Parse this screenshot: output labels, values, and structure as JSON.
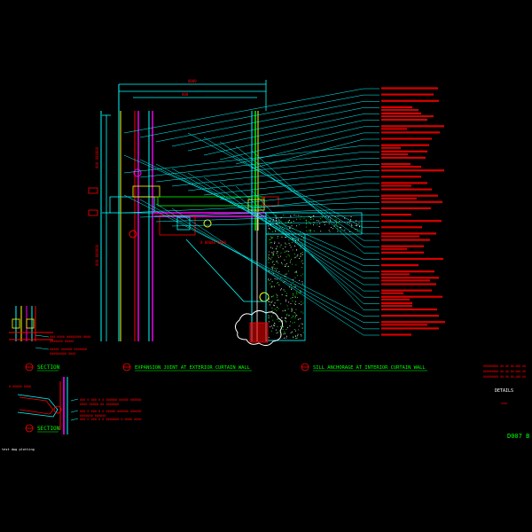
{
  "titles": {
    "section_left": "SECTION",
    "expansion_joint": "EXPANSION JOINT AT EXTERIOR CURTAIN WALL",
    "sill_anchorage": "SILL ANCHORAGE AT INTERIOR CURTAIN WALL",
    "section_bottom": "SECTION"
  },
  "title_block": {
    "label": "DETAILS",
    "sheet_no": "D007 B"
  },
  "footer": {
    "file_path": "test dwg plotting"
  },
  "colors": {
    "background": "#000000",
    "cyan": "#00ffff",
    "red": "#ff0000",
    "green": "#00ff00",
    "magenta": "#ff00ff",
    "yellow": "#ffff00",
    "white": "#ffffff",
    "blue": "#0000ff"
  },
  "callouts": {
    "count_right": 40,
    "count_bottom_left": 3
  }
}
